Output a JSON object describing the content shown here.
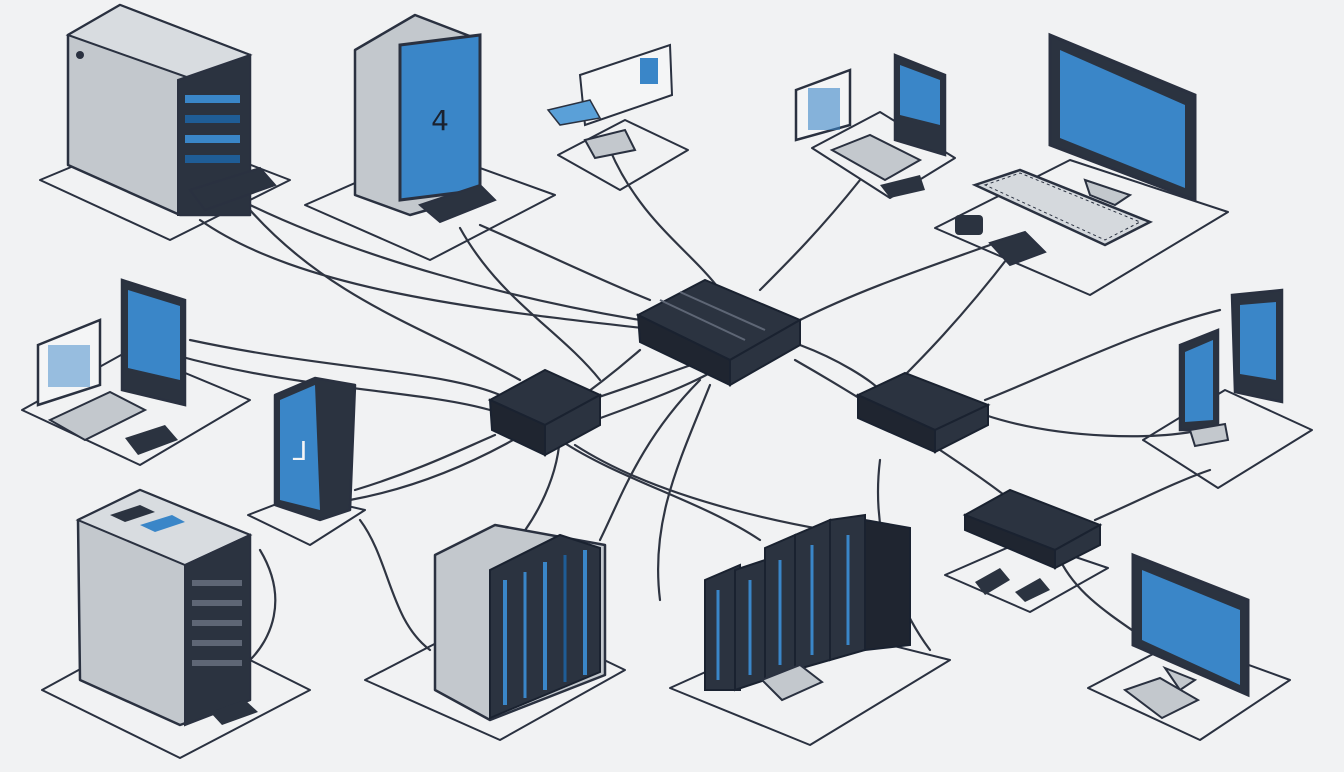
{
  "diagram": {
    "type": "network-topology",
    "colors": {
      "background": "#f1f2f3",
      "outline": "#2a3140",
      "screen": "#3a86c8",
      "screen_dark": "#1f5d96",
      "case_grey": "#bfc4c9",
      "case_dark": "#2b3340",
      "cable": "#2f3542"
    },
    "screen_glyphs": {
      "tower_monitor": "4",
      "tower_monitor_mid": "⅃"
    },
    "nodes": [
      {
        "id": "server-tower-top-left",
        "kind": "server-tower"
      },
      {
        "id": "display-tower-top",
        "kind": "display-tower"
      },
      {
        "id": "projector-tablet",
        "kind": "small-device"
      },
      {
        "id": "workstation-top-mid",
        "kind": "workstation"
      },
      {
        "id": "workstation-top-right",
        "kind": "workstation"
      },
      {
        "id": "workstation-left",
        "kind": "workstation"
      },
      {
        "id": "display-tower-mid",
        "kind": "display-tower"
      },
      {
        "id": "core-switch",
        "kind": "network-switch"
      },
      {
        "id": "edge-switch-left",
        "kind": "network-switch"
      },
      {
        "id": "router-right",
        "kind": "router"
      },
      {
        "id": "tablet-right",
        "kind": "tablet"
      },
      {
        "id": "switch-lower-right",
        "kind": "network-switch"
      },
      {
        "id": "server-tower-bottom-left",
        "kind": "server-tower"
      },
      {
        "id": "server-rack-open",
        "kind": "server-rack"
      },
      {
        "id": "blade-rack",
        "kind": "blade-rack"
      },
      {
        "id": "workstation-bottom-right",
        "kind": "workstation"
      }
    ]
  }
}
